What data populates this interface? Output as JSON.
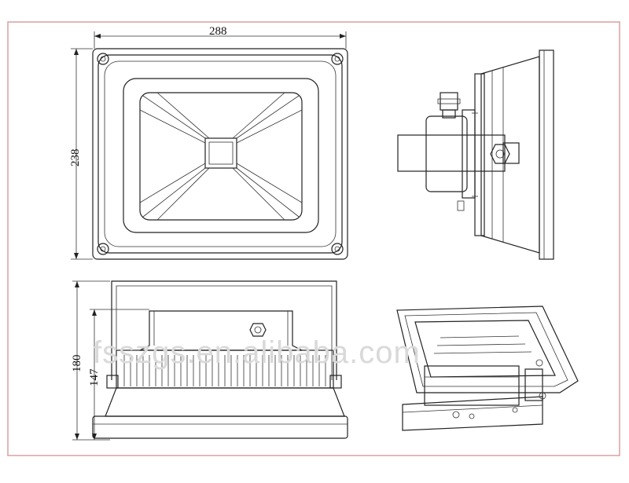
{
  "dimensions": {
    "width": "288",
    "height": "238",
    "total_height": "180",
    "body_height": "147"
  },
  "watermark": "fsszgs.en.alibaba.com",
  "colors": {
    "frame": "#d8a0a0",
    "line": "#222222",
    "watermark": "#d9d9d9"
  }
}
